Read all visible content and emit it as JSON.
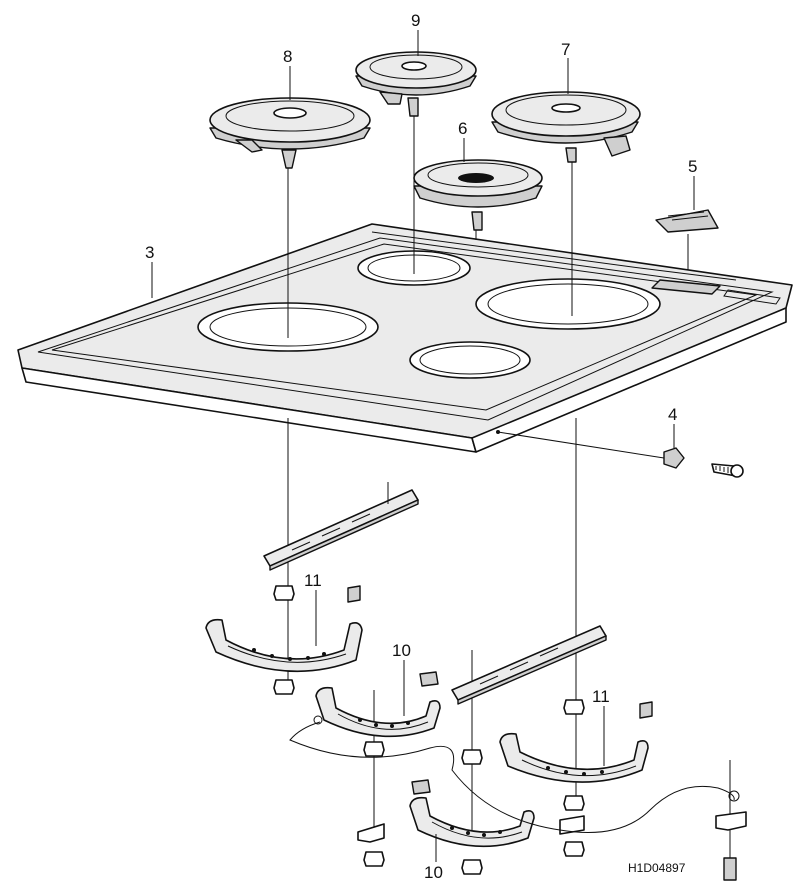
{
  "diagram": {
    "reference_code": "H1D04897",
    "callouts": {
      "hob_frame": "3",
      "screw_fixing": "4",
      "indicator_lens": "5",
      "hotplate_small_center": "6",
      "hotplate_large_right": "7",
      "hotplate_large_left": "8",
      "hotplate_small_rear": "9",
      "bracket_front_lower": "10",
      "bracket_front_upper": "10",
      "bracket_left": "11",
      "bracket_right": "11"
    }
  }
}
